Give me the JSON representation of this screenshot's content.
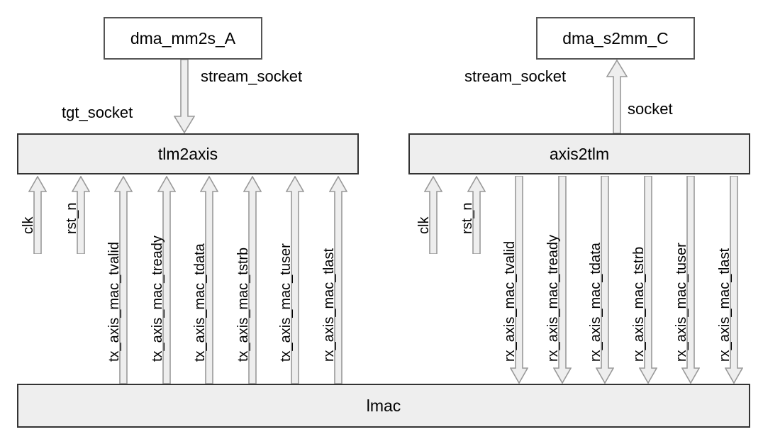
{
  "diagram": {
    "title": "lmac TLM / AXI-Stream block diagram",
    "colors": {
      "module_fill": "#eeeeee",
      "module_stroke": "#333333",
      "actor_fill": "#ffffff",
      "actor_stroke": "#555555",
      "arrow_fill": "#eeeeee",
      "arrow_stroke": "#999999",
      "text": "#000000",
      "background": "#ffffff"
    },
    "blocks": {
      "dma_mm2s": "dma_mm2s_A",
      "dma_s2mm": "dma_s2mm_C",
      "tlm2axis": "tlm2axis",
      "axis2tlm": "axis2tlm",
      "lmac": "lmac"
    },
    "socket_labels": {
      "left_stream_socket": "stream_socket",
      "left_tgt_socket": "tgt_socket",
      "right_stream_socket": "stream_socket",
      "right_socket": "socket"
    },
    "left_signals": [
      {
        "name": "clk",
        "direction": "up",
        "short": true
      },
      {
        "name": "rst_n",
        "direction": "up",
        "short": true
      },
      {
        "name": "tx_axis_mac_tvalid",
        "direction": "up",
        "short": false
      },
      {
        "name": "tx_axis_mac_tready",
        "direction": "up",
        "short": false
      },
      {
        "name": "tx_axis_mac_tdata",
        "direction": "up",
        "short": false
      },
      {
        "name": "tx_axis_mac_tstrb",
        "direction": "up",
        "short": false
      },
      {
        "name": "tx_axis_mac_tuser",
        "direction": "up",
        "short": false
      },
      {
        "name": "rx_axis_mac_tlast",
        "direction": "up",
        "short": false
      }
    ],
    "right_signals": [
      {
        "name": "clk",
        "direction": "up",
        "short": true
      },
      {
        "name": "rst_n",
        "direction": "up",
        "short": true
      },
      {
        "name": "rx_axis_mac_tvalid",
        "direction": "down",
        "short": false
      },
      {
        "name": "rx_axis_mac_tready",
        "direction": "down",
        "short": false
      },
      {
        "name": "rx_axis_mac_tdata",
        "direction": "down",
        "short": false
      },
      {
        "name": "rx_axis_mac_tstrb",
        "direction": "down",
        "short": false
      },
      {
        "name": "rx_axis_mac_tuser",
        "direction": "down",
        "short": false
      },
      {
        "name": "rx_axis_mac_tlast",
        "direction": "down",
        "short": false
      }
    ]
  }
}
